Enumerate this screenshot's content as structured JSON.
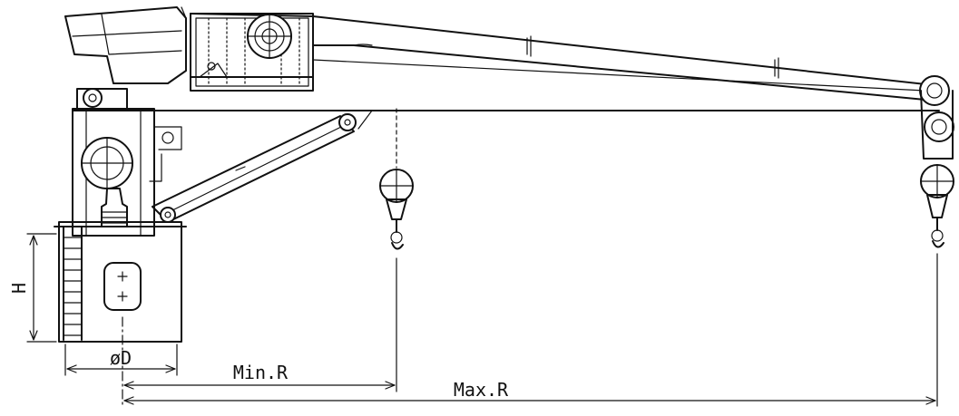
{
  "diagram": {
    "labels": {
      "height": "H",
      "diameter": "øD",
      "min_radius": "Min.R",
      "max_radius": "Max.R"
    }
  }
}
